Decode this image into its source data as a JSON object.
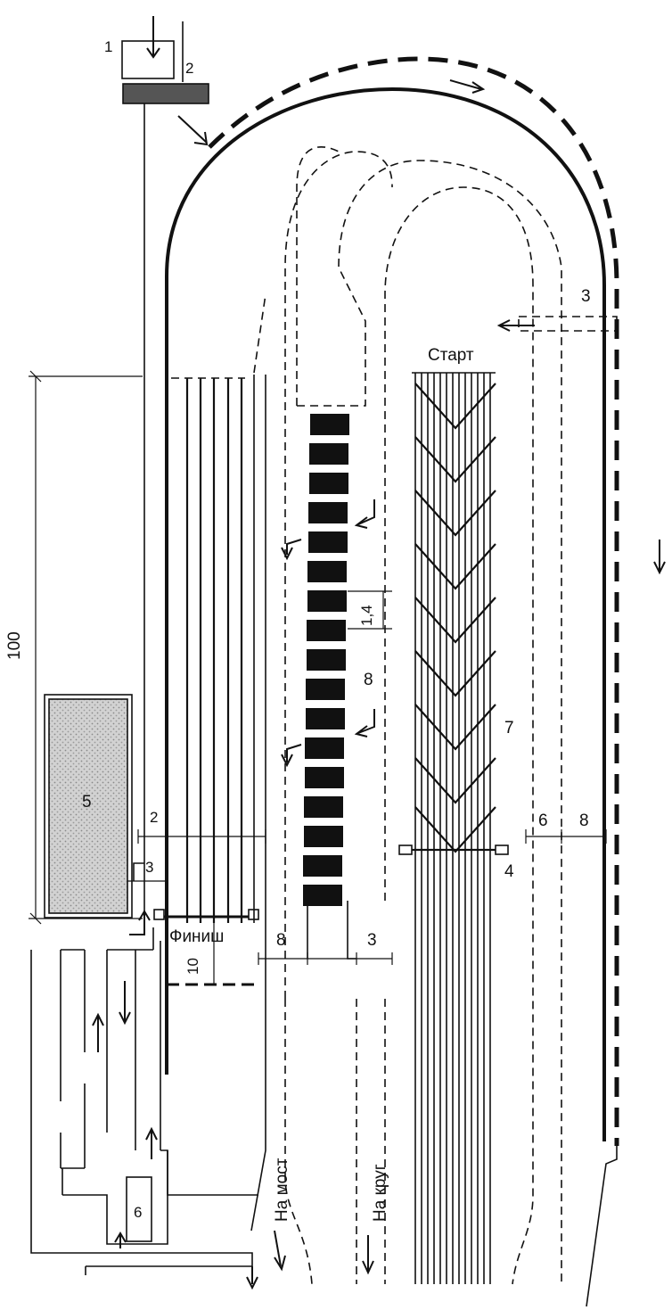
{
  "labels": {
    "start": "Старт",
    "finish": "Финиш",
    "to_bridge": "На мост",
    "to_circle": "На круг"
  },
  "numbers": {
    "n1": "1",
    "n2": "2",
    "n3": "3",
    "n4": "4",
    "n5": "5",
    "n6": "6",
    "n7": "7",
    "n8": "8"
  },
  "dimensions": {
    "length_100": "100",
    "width_2": "2",
    "width_3_left": "3",
    "width_3_bottom": "3",
    "width_3_top": "3",
    "width_8_bottom": "8",
    "width_6_right": "6",
    "width_8_right": "8",
    "depth_10": "10",
    "gap_1_4": "1,4"
  },
  "colors": {
    "ink": "#111111",
    "area5_fill": "#c8c8c8",
    "bar2_fill": "#555555",
    "blocks_fill": "#111111"
  }
}
